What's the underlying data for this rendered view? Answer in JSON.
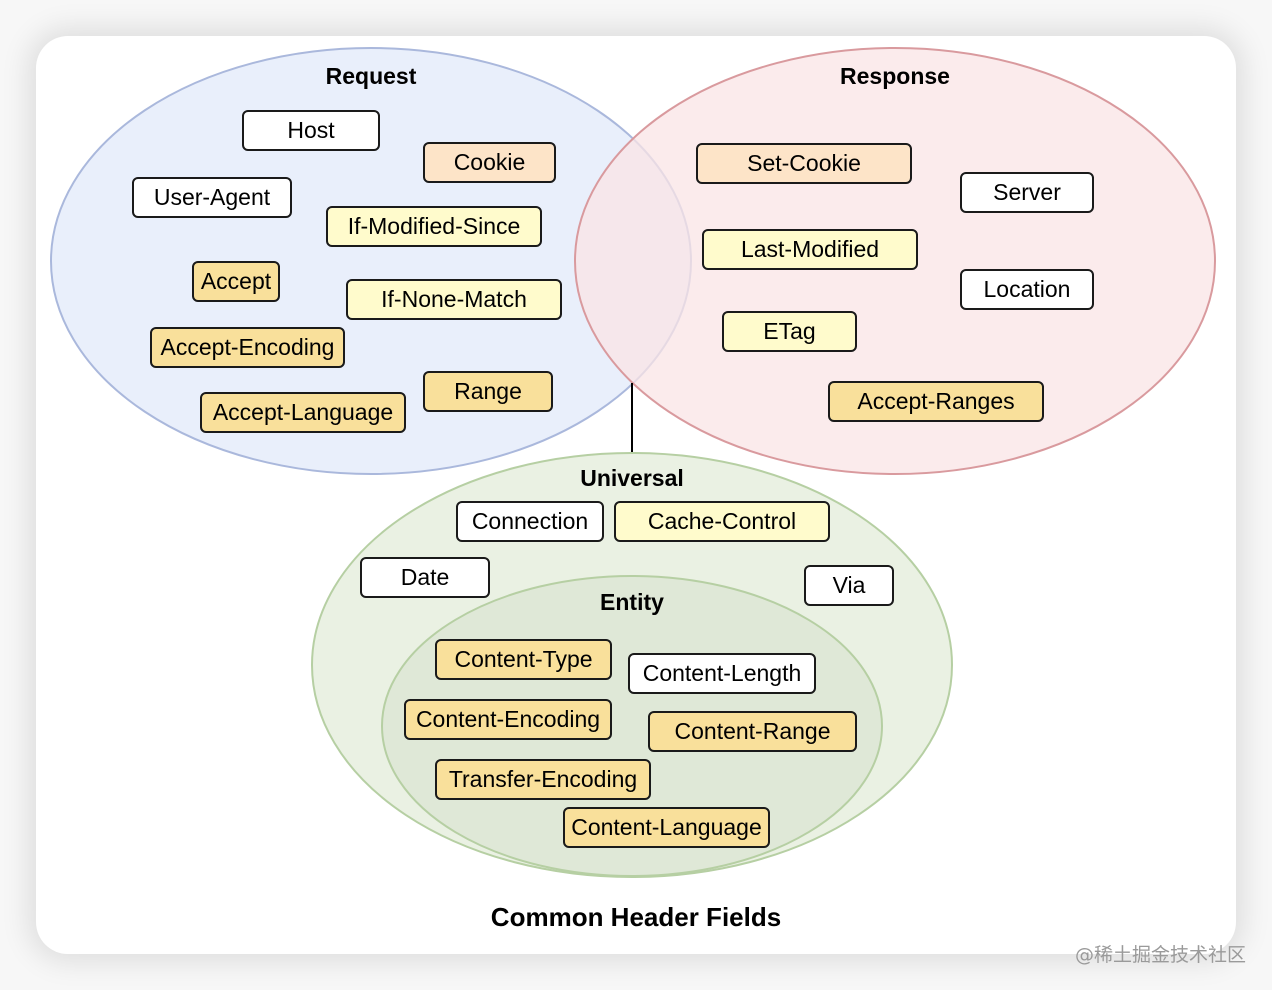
{
  "diagram_title": "Common Header Fields",
  "watermark": "@稀土掘金技术社区",
  "colors": {
    "request_fill": "#e9effb",
    "request_stroke": "#aab8dc",
    "response_fill": "#f9e4e6",
    "response_stroke": "#d99a9e",
    "universal_fill": "#eaf1e3",
    "universal_stroke": "#b6cfa3",
    "entity_fill": "#dfe8d7",
    "entity_stroke": "#b6cfa3",
    "tag_white": "#ffffff",
    "tag_light_yellow": "#fffbcc",
    "tag_yellow": "#f9e09b",
    "tag_peach": "#fde4c8"
  },
  "sets": {
    "request": {
      "title": "Request",
      "fields": [
        {
          "label": "Host",
          "style": "white"
        },
        {
          "label": "Cookie",
          "style": "peach"
        },
        {
          "label": "User-Agent",
          "style": "white"
        },
        {
          "label": "If-Modified-Since",
          "style": "light-yellow"
        },
        {
          "label": "Accept",
          "style": "yellow"
        },
        {
          "label": "If-None-Match",
          "style": "light-yellow"
        },
        {
          "label": "Accept-Encoding",
          "style": "yellow"
        },
        {
          "label": "Range",
          "style": "yellow"
        },
        {
          "label": "Accept-Language",
          "style": "yellow"
        }
      ]
    },
    "response": {
      "title": "Response",
      "fields": [
        {
          "label": "Set-Cookie",
          "style": "peach"
        },
        {
          "label": "Server",
          "style": "white"
        },
        {
          "label": "Last-Modified",
          "style": "light-yellow"
        },
        {
          "label": "Location",
          "style": "white"
        },
        {
          "label": "ETag",
          "style": "light-yellow"
        },
        {
          "label": "Accept-Ranges",
          "style": "yellow"
        }
      ]
    },
    "universal": {
      "title": "Universal",
      "fields": [
        {
          "label": "Connection",
          "style": "white"
        },
        {
          "label": "Cache-Control",
          "style": "light-yellow"
        },
        {
          "label": "Date",
          "style": "white"
        },
        {
          "label": "Via",
          "style": "white"
        }
      ]
    },
    "entity": {
      "title": "Entity",
      "fields": [
        {
          "label": "Content-Type",
          "style": "yellow"
        },
        {
          "label": "Content-Length",
          "style": "white"
        },
        {
          "label": "Content-Encoding",
          "style": "yellow"
        },
        {
          "label": "Content-Range",
          "style": "yellow"
        },
        {
          "label": "Transfer-Encoding",
          "style": "yellow"
        },
        {
          "label": "Content-Language",
          "style": "yellow"
        }
      ]
    }
  }
}
